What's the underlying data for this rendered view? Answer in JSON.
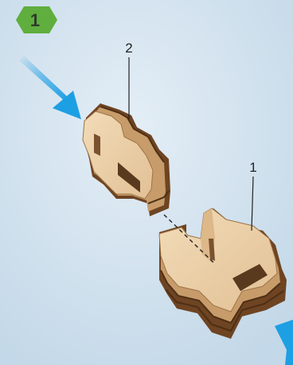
{
  "step": {
    "number": "1"
  },
  "parts": [
    {
      "label": "2"
    },
    {
      "label": "1"
    }
  ],
  "colors": {
    "background": "#ccdeec",
    "step_badge": "#5fae3e",
    "arrow": "#1d9fe4",
    "wood_face": "#ecd0a8",
    "wood_edge_dark": "#6e4422",
    "wood_edge_light": "#c79c6a"
  },
  "icons": [
    "step-badge",
    "insert-arrow"
  ]
}
